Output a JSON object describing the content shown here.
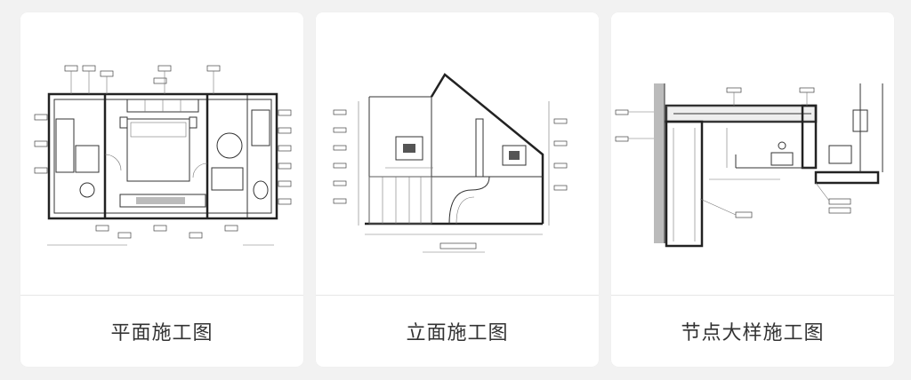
{
  "cards": [
    {
      "caption": "平面施工图",
      "icon": "floor-plan-drawing"
    },
    {
      "caption": "立面施工图",
      "icon": "elevation-drawing"
    },
    {
      "caption": "节点大样施工图",
      "icon": "detail-section-drawing"
    }
  ]
}
